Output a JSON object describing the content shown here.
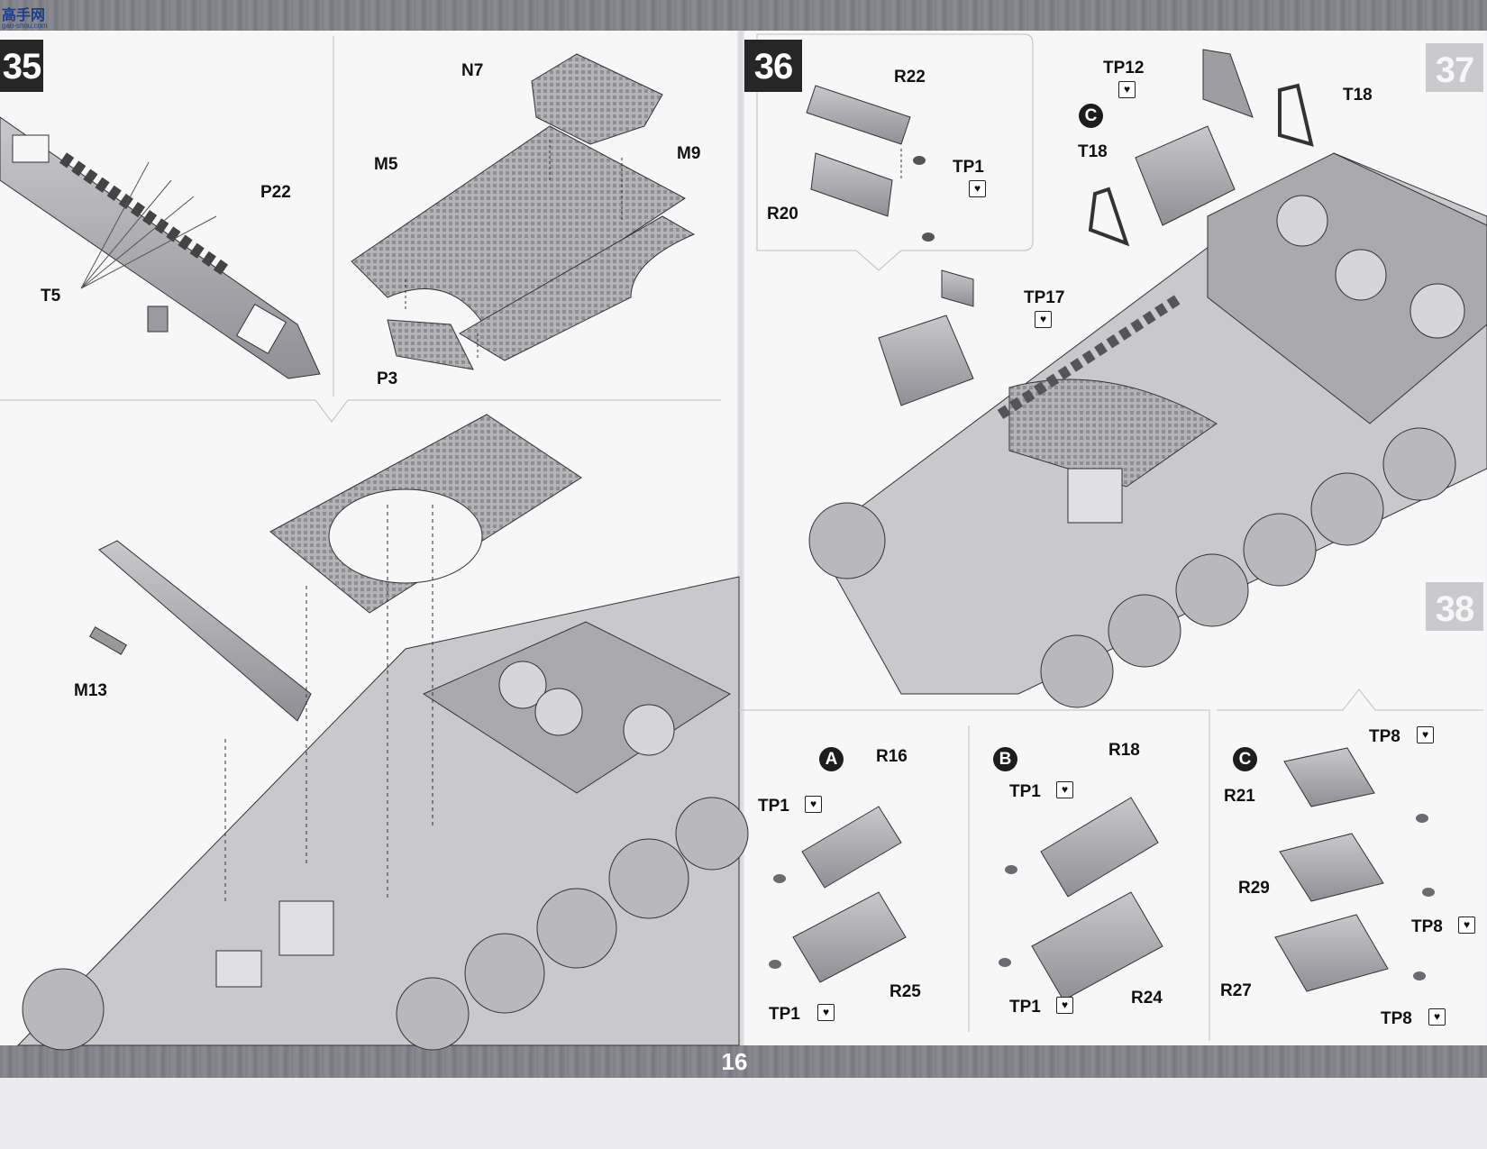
{
  "watermark": {
    "text": "高手网",
    "sub": "gao-shou.com"
  },
  "page_number": "16",
  "step35": {
    "number": "35",
    "labels": {
      "N7": "N7",
      "M5": "M5",
      "M9": "M9",
      "P22": "P22",
      "T5": "T5",
      "P3": "P3",
      "M13": "M13"
    }
  },
  "step36": {
    "number": "36",
    "labels": {
      "R22": "R22",
      "TP1": "TP1",
      "R20": "R20",
      "TP17": "TP17",
      "TP12": "TP12",
      "C": "C",
      "T18a": "T18",
      "T18b": "T18"
    }
  },
  "sub_a": {
    "letter": "A",
    "R16": "R16",
    "TP1_top": "TP1",
    "R25": "R25",
    "TP1_bottom": "TP1"
  },
  "sub_b": {
    "letter": "B",
    "R18": "R18",
    "TP1_top": "TP1",
    "R24": "R24",
    "TP1_bottom": "TP1"
  },
  "sub_c": {
    "letter": "C",
    "TP8_top": "TP8",
    "R21": "R21",
    "R29": "R29",
    "TP8_mid": "TP8",
    "R27": "R27",
    "TP8_bottom": "TP8"
  },
  "edge_tabs": [
    "37",
    "38"
  ],
  "icons": {
    "discard": "discard-part-icon"
  }
}
